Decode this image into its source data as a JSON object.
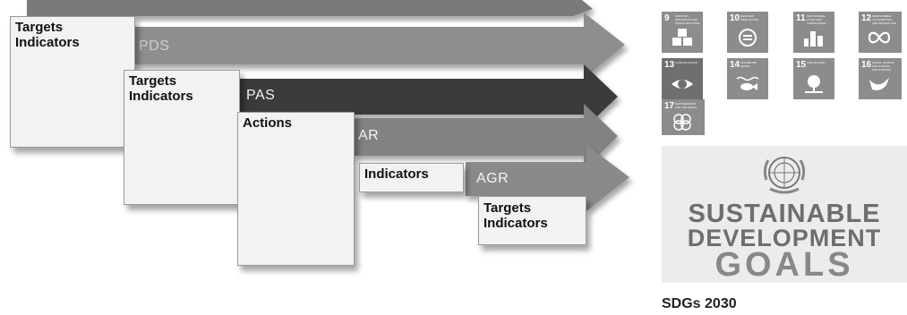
{
  "diagram": {
    "arrows": [
      {
        "id": "top",
        "label": "",
        "color": "#7a7a7a"
      },
      {
        "id": "pds",
        "label": "PDS",
        "color": "#8e8e8e"
      },
      {
        "id": "pas",
        "label": "PAS",
        "color": "#3a3a3a"
      },
      {
        "id": "ar",
        "label": "AR",
        "color": "#828282"
      },
      {
        "id": "agr",
        "label": "AGR",
        "color": "#8a8a8a"
      }
    ],
    "boxes": [
      {
        "id": "box1",
        "text": "Targets\nIndicators"
      },
      {
        "id": "box2",
        "text": "Targets\nIndicators"
      },
      {
        "id": "box3",
        "text": "Actions"
      },
      {
        "id": "box4",
        "text": "Indicators"
      },
      {
        "id": "box5",
        "text": "Targets\nIndicators"
      }
    ]
  },
  "sdg_panel": {
    "tiles": [
      {
        "number": "9",
        "text": "INDUSTRY, INNOVATION AND INFRASTRUCTURE",
        "icon": "cubes-icon"
      },
      {
        "number": "10",
        "text": "REDUCED INEQUALITIES",
        "icon": "equals-circle-icon"
      },
      {
        "number": "11",
        "text": "SUSTAINABLE CITIES AND COMMUNITIES",
        "icon": "city-icon"
      },
      {
        "number": "12",
        "text": "RESPONSIBLE CONSUMPTION AND PRODUCTION",
        "icon": "infinity-icon"
      },
      {
        "number": "13",
        "text": "CLIMATE ACTION",
        "icon": "eye-globe-icon"
      },
      {
        "number": "14",
        "text": "LIFE BELOW WATER",
        "icon": "fish-icon"
      },
      {
        "number": "15",
        "text": "LIFE ON LAND",
        "icon": "tree-icon"
      },
      {
        "number": "16",
        "text": "PEACE, JUSTICE AND STRONG INSTITUTIONS",
        "icon": "dove-icon"
      },
      {
        "number": "17",
        "text": "PARTNERSHIPS FOR THE GOALS",
        "icon": "rings-icon"
      }
    ],
    "logo": {
      "line1": "SUSTAINABLE",
      "line2": "DEVELOPMENT",
      "line3": "GOALS",
      "emblem": "un-emblem-icon"
    },
    "caption": "SDGs 2030"
  }
}
